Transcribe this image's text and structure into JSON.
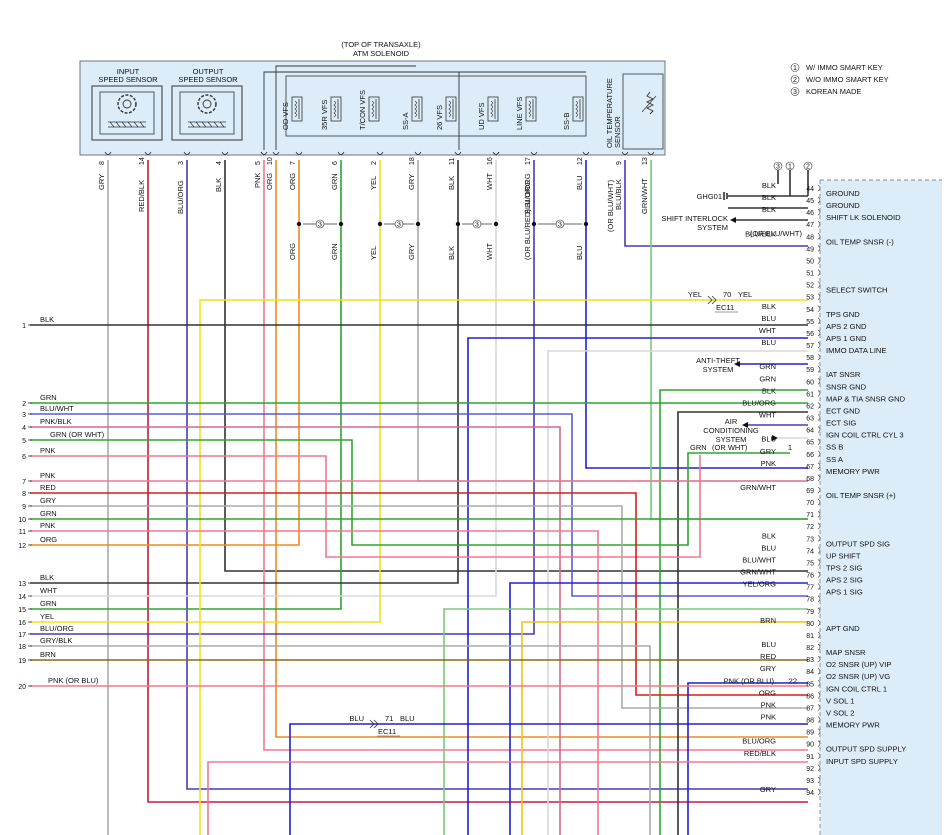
{
  "header": {
    "top_label": "(TOP OF TRANSAXLE)",
    "solenoid_label": "ATM SOLENOID",
    "input_sensor": [
      "INPUT",
      "SPEED SENSOR"
    ],
    "output_sensor": [
      "OUTPUT",
      "SPEED SENSOR"
    ],
    "oil_temp_sensor": [
      "OIL TEMPERATURE",
      "SENSOR"
    ],
    "solenoids": [
      "OD VFS",
      "35R VFS",
      "T/CON VFS",
      "SS-A",
      "26 VFS",
      "UD VFS",
      "LINE VFS",
      "SS-B"
    ]
  },
  "legend": [
    {
      "num": "1",
      "text": "W/ IMMO SMART KEY"
    },
    {
      "num": "2",
      "text": "W/O IMMO SMART KEY"
    },
    {
      "num": "3",
      "text": "KOREAN MADE"
    }
  ],
  "connector_pins": [
    {
      "pin": "8",
      "color": "GRY"
    },
    {
      "pin": "14",
      "color": "RED/BLK"
    },
    {
      "pin": "3",
      "color": "BLU/ORG"
    },
    {
      "pin": "4",
      "color": "BLK"
    },
    {
      "pin": "5",
      "color": "PNK"
    },
    {
      "pin": "10",
      "color": "ORG"
    },
    {
      "pin": "7",
      "color": "ORG"
    },
    {
      "pin": "6",
      "color": "GRN"
    },
    {
      "pin": "2",
      "color": "YEL"
    },
    {
      "pin": "18",
      "color": "GRY"
    },
    {
      "pin": "11",
      "color": "BLK"
    },
    {
      "pin": "16",
      "color": "WHT"
    },
    {
      "pin": "17",
      "color": "BLU/ORG"
    },
    {
      "pin": "12",
      "color": "BLU"
    },
    {
      "pin": "9",
      "color": "(OR BLU/WHT) BLU/BLK"
    },
    {
      "pin": "13",
      "color": "GRN/WHT"
    }
  ],
  "korean_splices": [
    {
      "left": "ORG",
      "right": "GRN",
      "mark": "3"
    },
    {
      "left": "YEL",
      "right": "GRY",
      "mark": "3"
    },
    {
      "left": "BLK",
      "right": "WHT",
      "mark": "3"
    },
    {
      "left": "(OR BLU/RED) BLU/ORG",
      "right": "BLU",
      "mark": "3"
    }
  ],
  "ground": {
    "id": "GHG01",
    "interlock": [
      "SHIFT INTERLOCK",
      "SYSTEM"
    ],
    "interlock_alt": "(OR BLU/WHT)",
    "top_marks": [
      "3",
      "1",
      "2"
    ]
  },
  "anti_theft": [
    "ANTI-THEFT",
    "SYSTEM"
  ],
  "aircon": [
    "AIR",
    "CONDITIONING",
    "SYSTEM"
  ],
  "aircon_wire": {
    "color": "GRN",
    "alt": "(OR WHT)",
    "pin": "1"
  },
  "ec11_top": {
    "color_l": "YEL",
    "pin": "70",
    "color_r": "YEL",
    "conn": "EC11"
  },
  "ec11_bottom": {
    "color_l": "BLU",
    "pin": "71",
    "color_r": "BLU",
    "conn": "EC11"
  },
  "left_pins": [
    {
      "pin": "1",
      "color": "BLK"
    },
    {
      "pin": "2",
      "color": "GRN"
    },
    {
      "pin": "3",
      "color": "BLU/WHT"
    },
    {
      "pin": "4",
      "color": "PNK/BLK"
    },
    {
      "pin": "5",
      "color": "GRN (OR WHT)"
    },
    {
      "pin": "6",
      "color": "PNK"
    },
    {
      "pin": "7",
      "color": "PNK"
    },
    {
      "pin": "8",
      "color": "RED"
    },
    {
      "pin": "9",
      "color": "GRY"
    },
    {
      "pin": "10",
      "color": "GRN"
    },
    {
      "pin": "11",
      "color": "PNK"
    },
    {
      "pin": "12",
      "color": "ORG"
    },
    {
      "pin": "13",
      "color": "BLK"
    },
    {
      "pin": "14",
      "color": "WHT"
    },
    {
      "pin": "15",
      "color": "GRN"
    },
    {
      "pin": "16",
      "color": "YEL"
    },
    {
      "pin": "17",
      "color": "BLU/ORG"
    },
    {
      "pin": "18",
      "color": "GRY/BLK"
    },
    {
      "pin": "19",
      "color": "BRN"
    },
    {
      "pin": "20",
      "color": "PNK (OR BLU)"
    }
  ],
  "pcm_pins": [
    {
      "pin": "44",
      "color": "BLK",
      "fn": "GROUND"
    },
    {
      "pin": "45",
      "color": "BLK",
      "fn": "GROUND"
    },
    {
      "pin": "46",
      "color": "BLK",
      "fn": "SHIFT LK SOLENOID"
    },
    {
      "pin": "47",
      "color": "",
      "fn": ""
    },
    {
      "pin": "48",
      "color": "BLU/BLK",
      "fn": "OIL TEMP SNSR (-)"
    },
    {
      "pin": "49",
      "color": "",
      "fn": ""
    },
    {
      "pin": "50",
      "color": "",
      "fn": ""
    },
    {
      "pin": "51",
      "color": "",
      "fn": ""
    },
    {
      "pin": "52",
      "color": "",
      "fn": "SELECT SWITCH"
    },
    {
      "pin": "53",
      "color": "",
      "fn": ""
    },
    {
      "pin": "54",
      "color": "BLK",
      "fn": "TPS GND"
    },
    {
      "pin": "55",
      "color": "BLU",
      "fn": "APS 2 GND"
    },
    {
      "pin": "56",
      "color": "WHT",
      "fn": "APS 1 GND"
    },
    {
      "pin": "57",
      "color": "BLU",
      "fn": "IMMO DATA LINE"
    },
    {
      "pin": "58",
      "color": "",
      "fn": ""
    },
    {
      "pin": "59",
      "color": "GRN",
      "fn": "IAT SNSR"
    },
    {
      "pin": "60",
      "color": "GRN",
      "fn": "SNSR GND"
    },
    {
      "pin": "61",
      "color": "BLK",
      "fn": "MAP & TIA SNSR GND"
    },
    {
      "pin": "62",
      "color": "BLU/ORG",
      "fn": "ECT GND"
    },
    {
      "pin": "63",
      "color": "WHT",
      "fn": "ECT SIG"
    },
    {
      "pin": "64",
      "color": "",
      "fn": "IGN COIL CTRL CYL 3"
    },
    {
      "pin": "65",
      "color": "BLU",
      "fn": "SS B"
    },
    {
      "pin": "66",
      "color": "GRY",
      "fn": "SS A"
    },
    {
      "pin": "67",
      "color": "PNK",
      "fn": "MEMORY PWR"
    },
    {
      "pin": "68",
      "color": "",
      "fn": ""
    },
    {
      "pin": "69",
      "color": "GRN/WHT",
      "fn": "OIL TEMP SNSR (+)"
    },
    {
      "pin": "70",
      "color": "",
      "fn": ""
    },
    {
      "pin": "71",
      "color": "",
      "fn": ""
    },
    {
      "pin": "72",
      "color": "",
      "fn": ""
    },
    {
      "pin": "73",
      "color": "BLK",
      "fn": "OUTPUT SPD SIG"
    },
    {
      "pin": "74",
      "color": "BLU",
      "fn": "UP SHIFT"
    },
    {
      "pin": "75",
      "color": "BLU/WHT",
      "fn": "TPS 2 SIG"
    },
    {
      "pin": "76",
      "color": "GRN/WHT",
      "fn": "APS 2 SIG"
    },
    {
      "pin": "77",
      "color": "YEL/ORG",
      "fn": "APS 1 SIG"
    },
    {
      "pin": "78",
      "color": "",
      "fn": ""
    },
    {
      "pin": "79",
      "color": "",
      "fn": ""
    },
    {
      "pin": "80",
      "color": "BRN",
      "fn": "APT GND"
    },
    {
      "pin": "81",
      "color": "",
      "fn": ""
    },
    {
      "pin": "82",
      "color": "BLU",
      "fn": "MAP SNSR"
    },
    {
      "pin": "83",
      "color": "RED",
      "fn": "O2 SNSR (UP) VIP"
    },
    {
      "pin": "84",
      "color": "GRY",
      "fn": "O2 SNSR (UP) VG"
    },
    {
      "pin": "85",
      "color": "PNK (OR BLU)",
      "fn": "IGN COIL CTRL 1"
    },
    {
      "pin": "86",
      "color": "ORG",
      "fn": "V SOL 1"
    },
    {
      "pin": "87",
      "color": "PNK",
      "fn": "V SOL 2"
    },
    {
      "pin": "88",
      "color": "PNK",
      "fn": "MEMORY PWR"
    },
    {
      "pin": "89",
      "color": "",
      "fn": ""
    },
    {
      "pin": "90",
      "color": "BLU/ORG",
      "fn": "OUTPUT SPD SUPPLY"
    },
    {
      "pin": "91",
      "color": "RED/BLK",
      "fn": "INPUT SPD SUPPLY"
    },
    {
      "pin": "92",
      "color": "",
      "fn": ""
    },
    {
      "pin": "93",
      "color": "",
      "fn": ""
    },
    {
      "pin": "94",
      "color": "GRY",
      "fn": ""
    }
  ],
  "pin85_splice": "22",
  "wire_colors": {
    "BLK": "#333333",
    "GRN": "#2fa52f",
    "BLU": "#2020cc",
    "BLU/WHT": "#5a5ad8",
    "PNK": "#f07890",
    "RED": "#dd1a1a",
    "GRY": "#aaaaaa",
    "ORG": "#f08a1c",
    "YEL": "#f2e21a",
    "WHT": "#d8d8d8",
    "BRN": "#8a6a1a",
    "GRNWHT": "#7ac87a",
    "BLUORG": "#4a3ab8",
    "PNKBLK": "#d46a86",
    "YELORG": "#f2c21a",
    "REDBLK": "#c81a3a",
    "panel": "#dcecf8",
    "frame": "#777777"
  }
}
